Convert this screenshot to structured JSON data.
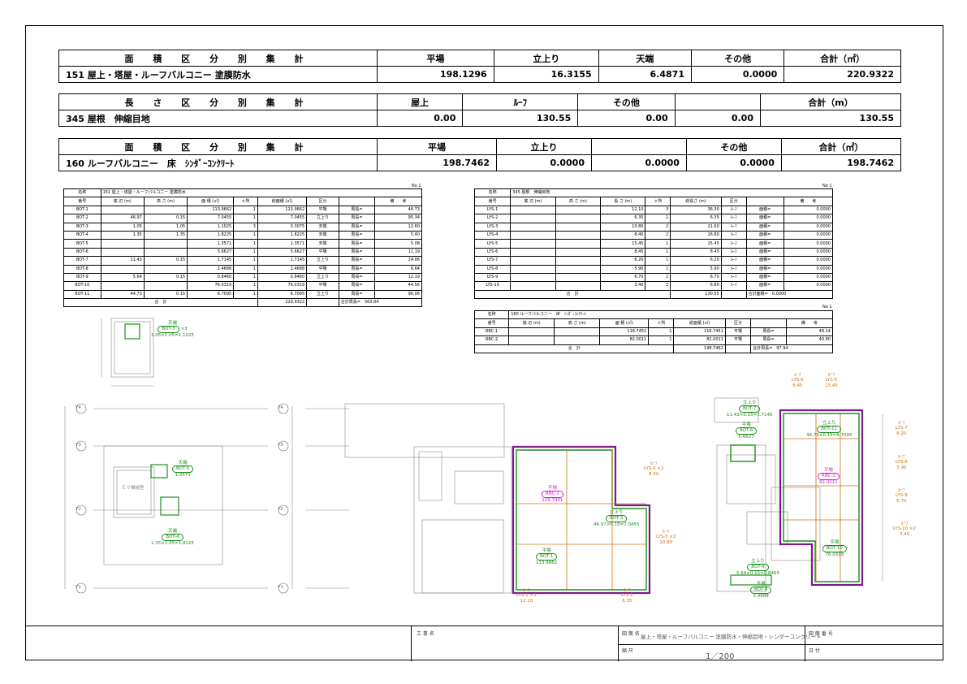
{
  "summary": {
    "t1": {
      "title": "面 積 区 分 別 集 計",
      "cols": [
        "平場",
        "立上り",
        "天端",
        "その他",
        "合計（㎡）"
      ],
      "row": {
        "name": "151 屋上・塔屋・ルーフバルコニー 塗膜防水",
        "vals": [
          "198.1296",
          "16.3155",
          "6.4871",
          "0.0000",
          "220.9322"
        ]
      }
    },
    "t2": {
      "title": "長 さ 区 分 別 集 計",
      "cols": [
        "屋上",
        "ﾙｰﾌ",
        "その他",
        "",
        "合計（m）"
      ],
      "row": {
        "name": "345 屋根　伸縮目地",
        "vals": [
          "0.00",
          "130.55",
          "0.00",
          "0.00",
          "130.55"
        ]
      }
    },
    "t3": {
      "title": "面 積 区 分 別 集 計",
      "cols": [
        "平場",
        "立上り",
        "",
        "その他",
        "合計（㎡）"
      ],
      "row": {
        "name": "160 ルーフバルコニー　床　ｼﾝﾀﾞｰｺﾝｸﾘｰﾄ",
        "vals": [
          "198.7462",
          "0.0000",
          "0.0000",
          "0.0000",
          "198.7462"
        ]
      }
    }
  },
  "detail1": {
    "page": "No 1",
    "name_label": "名称",
    "name": "151 屋上・塔屋・ルーフバルコニー 塗膜防水",
    "headers": [
      "番号",
      "底 辺 (m)",
      "高 さ (m)",
      "面 積 (㎡)",
      "ヶ所",
      "総面積 (㎡)",
      "区分",
      "",
      "備　　考"
    ],
    "rows": [
      [
        "BOT-1",
        "",
        "",
        "113.9662",
        "1",
        "113.9662",
        "平場",
        "周長=",
        "46.73"
      ],
      [
        "BOT-2",
        "46.97",
        "0.15",
        "7.0455",
        "1",
        "7.0455",
        "立上り",
        "周長=",
        "95.34"
      ],
      [
        "BOT-3",
        "1.05",
        "1.05",
        "1.1025",
        "3",
        "3.3075",
        "天端",
        "周長=",
        "12.60"
      ],
      [
        "BOT-4",
        "1.35",
        "1.35",
        "1.8225",
        "1",
        "1.8225",
        "天端",
        "周長=",
        "5.40"
      ],
      [
        "BOT-5",
        "",
        "",
        "1.3571",
        "1",
        "1.3571",
        "天端",
        "周長=",
        "5.08"
      ],
      [
        "BOT-6",
        "",
        "",
        "5.6627",
        "1",
        "5.6627",
        "平場",
        "周長=",
        "11.19"
      ],
      [
        "BOT-7",
        "11.43",
        "0.15",
        "1.7145",
        "1",
        "1.7145",
        "立上り",
        "周長=",
        "24.06"
      ],
      [
        "BOT-8",
        "",
        "",
        "2.4688",
        "1",
        "2.4688",
        "平場",
        "周長=",
        "6.64"
      ],
      [
        "BOT-9",
        "5.64",
        "0.15",
        "0.8460",
        "1",
        "0.8460",
        "立上り",
        "周長=",
        "12.19"
      ],
      [
        "BOT-10",
        "",
        "",
        "76.0319",
        "1",
        "76.0319",
        "平場",
        "周長=",
        "44.56"
      ],
      [
        "BOT-11",
        "44.73",
        "0.15",
        "6.7095",
        "1",
        "6.7095",
        "立上り",
        "周長=",
        "96.06"
      ]
    ],
    "total_label": "合　計",
    "total": "220.9322",
    "total_note": "合計周長=　363.84"
  },
  "detail2": {
    "page": "No 1",
    "name_label": "名称",
    "name": "345 屋根　伸縮目地",
    "headers": [
      "番号",
      "底 辺 (m)",
      "高 さ (m)",
      "長 さ (m)",
      "ヶ所",
      "総長さ (m)",
      "区分",
      "",
      "備　　考"
    ],
    "rows": [
      [
        "LYS-1",
        "",
        "",
        "12.10",
        "3",
        "36.30",
        "ﾙｰﾌ",
        "面積=",
        "0.0000"
      ],
      [
        "LYS-2",
        "",
        "",
        "6.35",
        "1",
        "6.35",
        "ﾙｰﾌ",
        "面積=",
        "0.0000"
      ],
      [
        "LYS-3",
        "",
        "",
        "10.80",
        "2",
        "21.60",
        "ﾙｰﾌ",
        "面積=",
        "0.0000"
      ],
      [
        "LYS-4",
        "",
        "",
        "8.40",
        "2",
        "16.80",
        "ﾙｰﾌ",
        "面積=",
        "0.0000"
      ],
      [
        "LYS-5",
        "",
        "",
        "15.45",
        "1",
        "15.45",
        "ﾙｰﾌ",
        "面積=",
        "0.0000"
      ],
      [
        "LYS-6",
        "",
        "",
        "8.45",
        "1",
        "8.45",
        "ﾙｰﾌ",
        "面積=",
        "0.0000"
      ],
      [
        "LYS-7",
        "",
        "",
        "6.20",
        "1",
        "6.20",
        "ﾙｰﾌ",
        "面積=",
        "0.0000"
      ],
      [
        "LYS-8",
        "",
        "",
        "5.90",
        "1",
        "5.90",
        "ﾙｰﾌ",
        "面積=",
        "0.0000"
      ],
      [
        "LYS-9",
        "",
        "",
        "6.70",
        "1",
        "6.70",
        "ﾙｰﾌ",
        "面積=",
        "0.0000"
      ],
      [
        "LYS-10",
        "",
        "",
        "3.40",
        "2",
        "6.80",
        "ﾙｰﾌ",
        "面積=",
        "0.0000"
      ]
    ],
    "total_label": "合　計",
    "total": "130.55",
    "total_note": "合計面積=　0.0000"
  },
  "detail3": {
    "page": "No 1",
    "name_label": "名称",
    "name": "160 ルーフバルコニー　床　ｼﾝﾀﾞｰｺﾝｸﾘｰﾄ",
    "headers": [
      "番号",
      "底 辺 (m)",
      "高 さ (m)",
      "面 積 (㎡)",
      "ヶ所",
      "総面積 (㎡)",
      "区分",
      "",
      "備　　考"
    ],
    "rows": [
      [
        "RBC-1",
        "",
        "",
        "116.7451",
        "1",
        "116.7451",
        "平場",
        "周長=",
        "48.14"
      ],
      [
        "RBC-2",
        "",
        "",
        "82.0011",
        "1",
        "82.0011",
        "平場",
        "周長=",
        "49.80"
      ]
    ],
    "total_label": "合　計",
    "total": "198.7462",
    "total_note": "合計周長=　97.94"
  },
  "labels": {
    "bot3": {
      "cat": "天端",
      "id": "BOT-3",
      "mult": "×3",
      "calc": "1.05×1.05=1.1025"
    },
    "bot5": {
      "cat": "天端",
      "id": "BOT-5",
      "val": "1.3571"
    },
    "bot4": {
      "cat": "天端",
      "id": "BOT-4",
      "calc": "1.35×1.35=1.8225"
    },
    "rbc1": {
      "cat": "平場",
      "id": "RBC-1",
      "val": "116.7451"
    },
    "bot2": {
      "cat": "立上り",
      "id": "BOT-2",
      "calc": "46.97×0.15=7.0455"
    },
    "bot1": {
      "cat": "平場",
      "id": "BOT-1",
      "val": "113.9662"
    },
    "lys1": {
      "cat": "ﾙｰﾌ",
      "id": "LYS-1",
      "mult": "×3",
      "val": "12.10"
    },
    "lys2": {
      "cat": "ﾙｰﾌ",
      "id": "LYS-2",
      "val": "6.35"
    },
    "lys3": {
      "cat": "ﾙｰﾌ",
      "id": "LYS-3",
      "mult": "×2",
      "val": "10.80"
    },
    "lys4": {
      "cat": "ﾙｰﾌ",
      "id": "LYS-4",
      "mult": "×2",
      "val": "8.40"
    },
    "lys5": {
      "cat": "ﾙｰﾌ",
      "id": "LYS-5",
      "val": "15.45"
    },
    "lys6": {
      "cat": "ﾙｰﾌ",
      "id": "LYS-6",
      "val": "8.45"
    },
    "lys7": {
      "cat": "ﾙｰﾌ",
      "id": "LYS-7",
      "val": "6.20"
    },
    "lys8": {
      "cat": "ﾙｰﾌ",
      "id": "LYS-8",
      "val": "5.90"
    },
    "lys9": {
      "cat": "ﾙｰﾌ",
      "id": "LYS-9",
      "val": "6.70"
    },
    "lys10": {
      "cat": "ﾙｰﾌ",
      "id": "LYS-10",
      "mult": "×2",
      "val": "3.40"
    },
    "bot7": {
      "cat": "立上り",
      "id": "BOT-7",
      "calc": "11.43×0.15=1.7145"
    },
    "bot6": {
      "cat": "平場",
      "id": "BOT-6",
      "val": "5.6627"
    },
    "bot11": {
      "cat": "立上り",
      "id": "BOT-11",
      "calc": "44.73×0.15=6.7095"
    },
    "rbc2": {
      "cat": "平場",
      "id": "RBC-2",
      "val": "82.0011"
    },
    "bot10": {
      "cat": "平場",
      "id": "BOT-10",
      "val": "76.0319"
    },
    "bot9": {
      "cat": "立上り",
      "id": "BOT-9",
      "calc": "5.64×0.15=0.8460"
    },
    "bot8": {
      "cat": "平場",
      "id": "BOT-8",
      "val": "2.4688"
    },
    "ev": "ＥＶ機械室"
  },
  "axes": [
    "Y4",
    "Y3",
    "Y2",
    "Y1"
  ],
  "title_block": {
    "project_label": "工 事 名",
    "drawing_label": "図 面 名",
    "drawing_name": "屋上・塔屋・ルーフバルコニー 塗膜防水・伸縮目地・シンダーコンクリート",
    "scale_label": "縮 尺",
    "scale": "1／200",
    "number_label": "図 面 番 号",
    "date_label": "日 付"
  },
  "colors": {
    "green": "#1a8f1a",
    "magenta": "#d020d0",
    "orange": "#d07010"
  }
}
